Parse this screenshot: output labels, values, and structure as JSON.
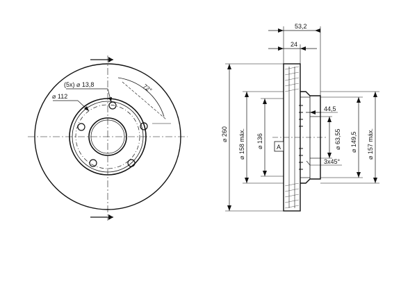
{
  "front_view": {
    "bolt_holes_label": "(5x) ⌀ 13,8",
    "pcd_label": "⌀ 112",
    "angle_label": "72°"
  },
  "side_view": {
    "overall_width_label": "53,2",
    "disc_thickness_label": "24",
    "outer_diameter_label": "⌀ 260",
    "max_wear_diameter_label": "⌀ 158 máx.",
    "inner_diameter_label": "⌀ 136",
    "reference_label": "A",
    "hat_height_label": "44,5",
    "center_bore_label": "⌀ 63,55",
    "hub_diameter_label": "⌀ 149,5",
    "hub_max_label": "⌀ 157 máx.",
    "chamfer_label": "3x45°"
  }
}
